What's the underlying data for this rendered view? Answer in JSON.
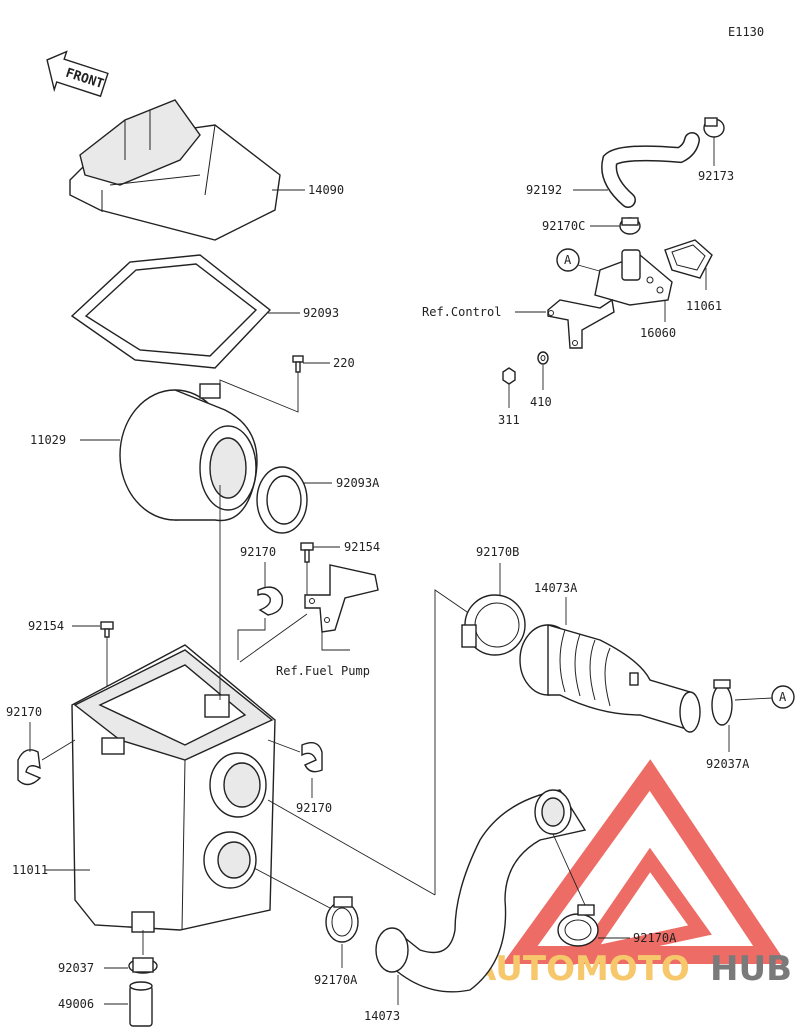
{
  "diagram_code": "E1130",
  "front_label": "FRONT",
  "ref_a": "A",
  "watermark": {
    "part1": "AUTOMOTO",
    "part2": "HUB",
    "color1": "#f4b942",
    "color2": "#555555",
    "logo_color": "#e8443a"
  },
  "labels": {
    "p14090": "14090",
    "p92093": "92093",
    "p220": "220",
    "p11029": "11029",
    "p92093A": "92093A",
    "p92154_top": "92154",
    "p92170_mid": "92170",
    "p92154_left": "92154",
    "ref_fuel_pump": "Ref.Fuel Pump",
    "p92170_left": "92170",
    "p92170_right": "92170",
    "p11011": "11011",
    "p92037": "92037",
    "p49006": "49006",
    "p92170A_bottom": "92170A",
    "p14073": "14073",
    "p92170A_right": "92170A",
    "p92170B": "92170B",
    "p14073A": "14073A",
    "p92037A": "92037A",
    "p92192": "92192",
    "p92173": "92173",
    "p92170C": "92170C",
    "p11061": "11061",
    "ref_control": "Ref.Control",
    "p16060": "16060",
    "p410": "410",
    "p311": "311"
  }
}
